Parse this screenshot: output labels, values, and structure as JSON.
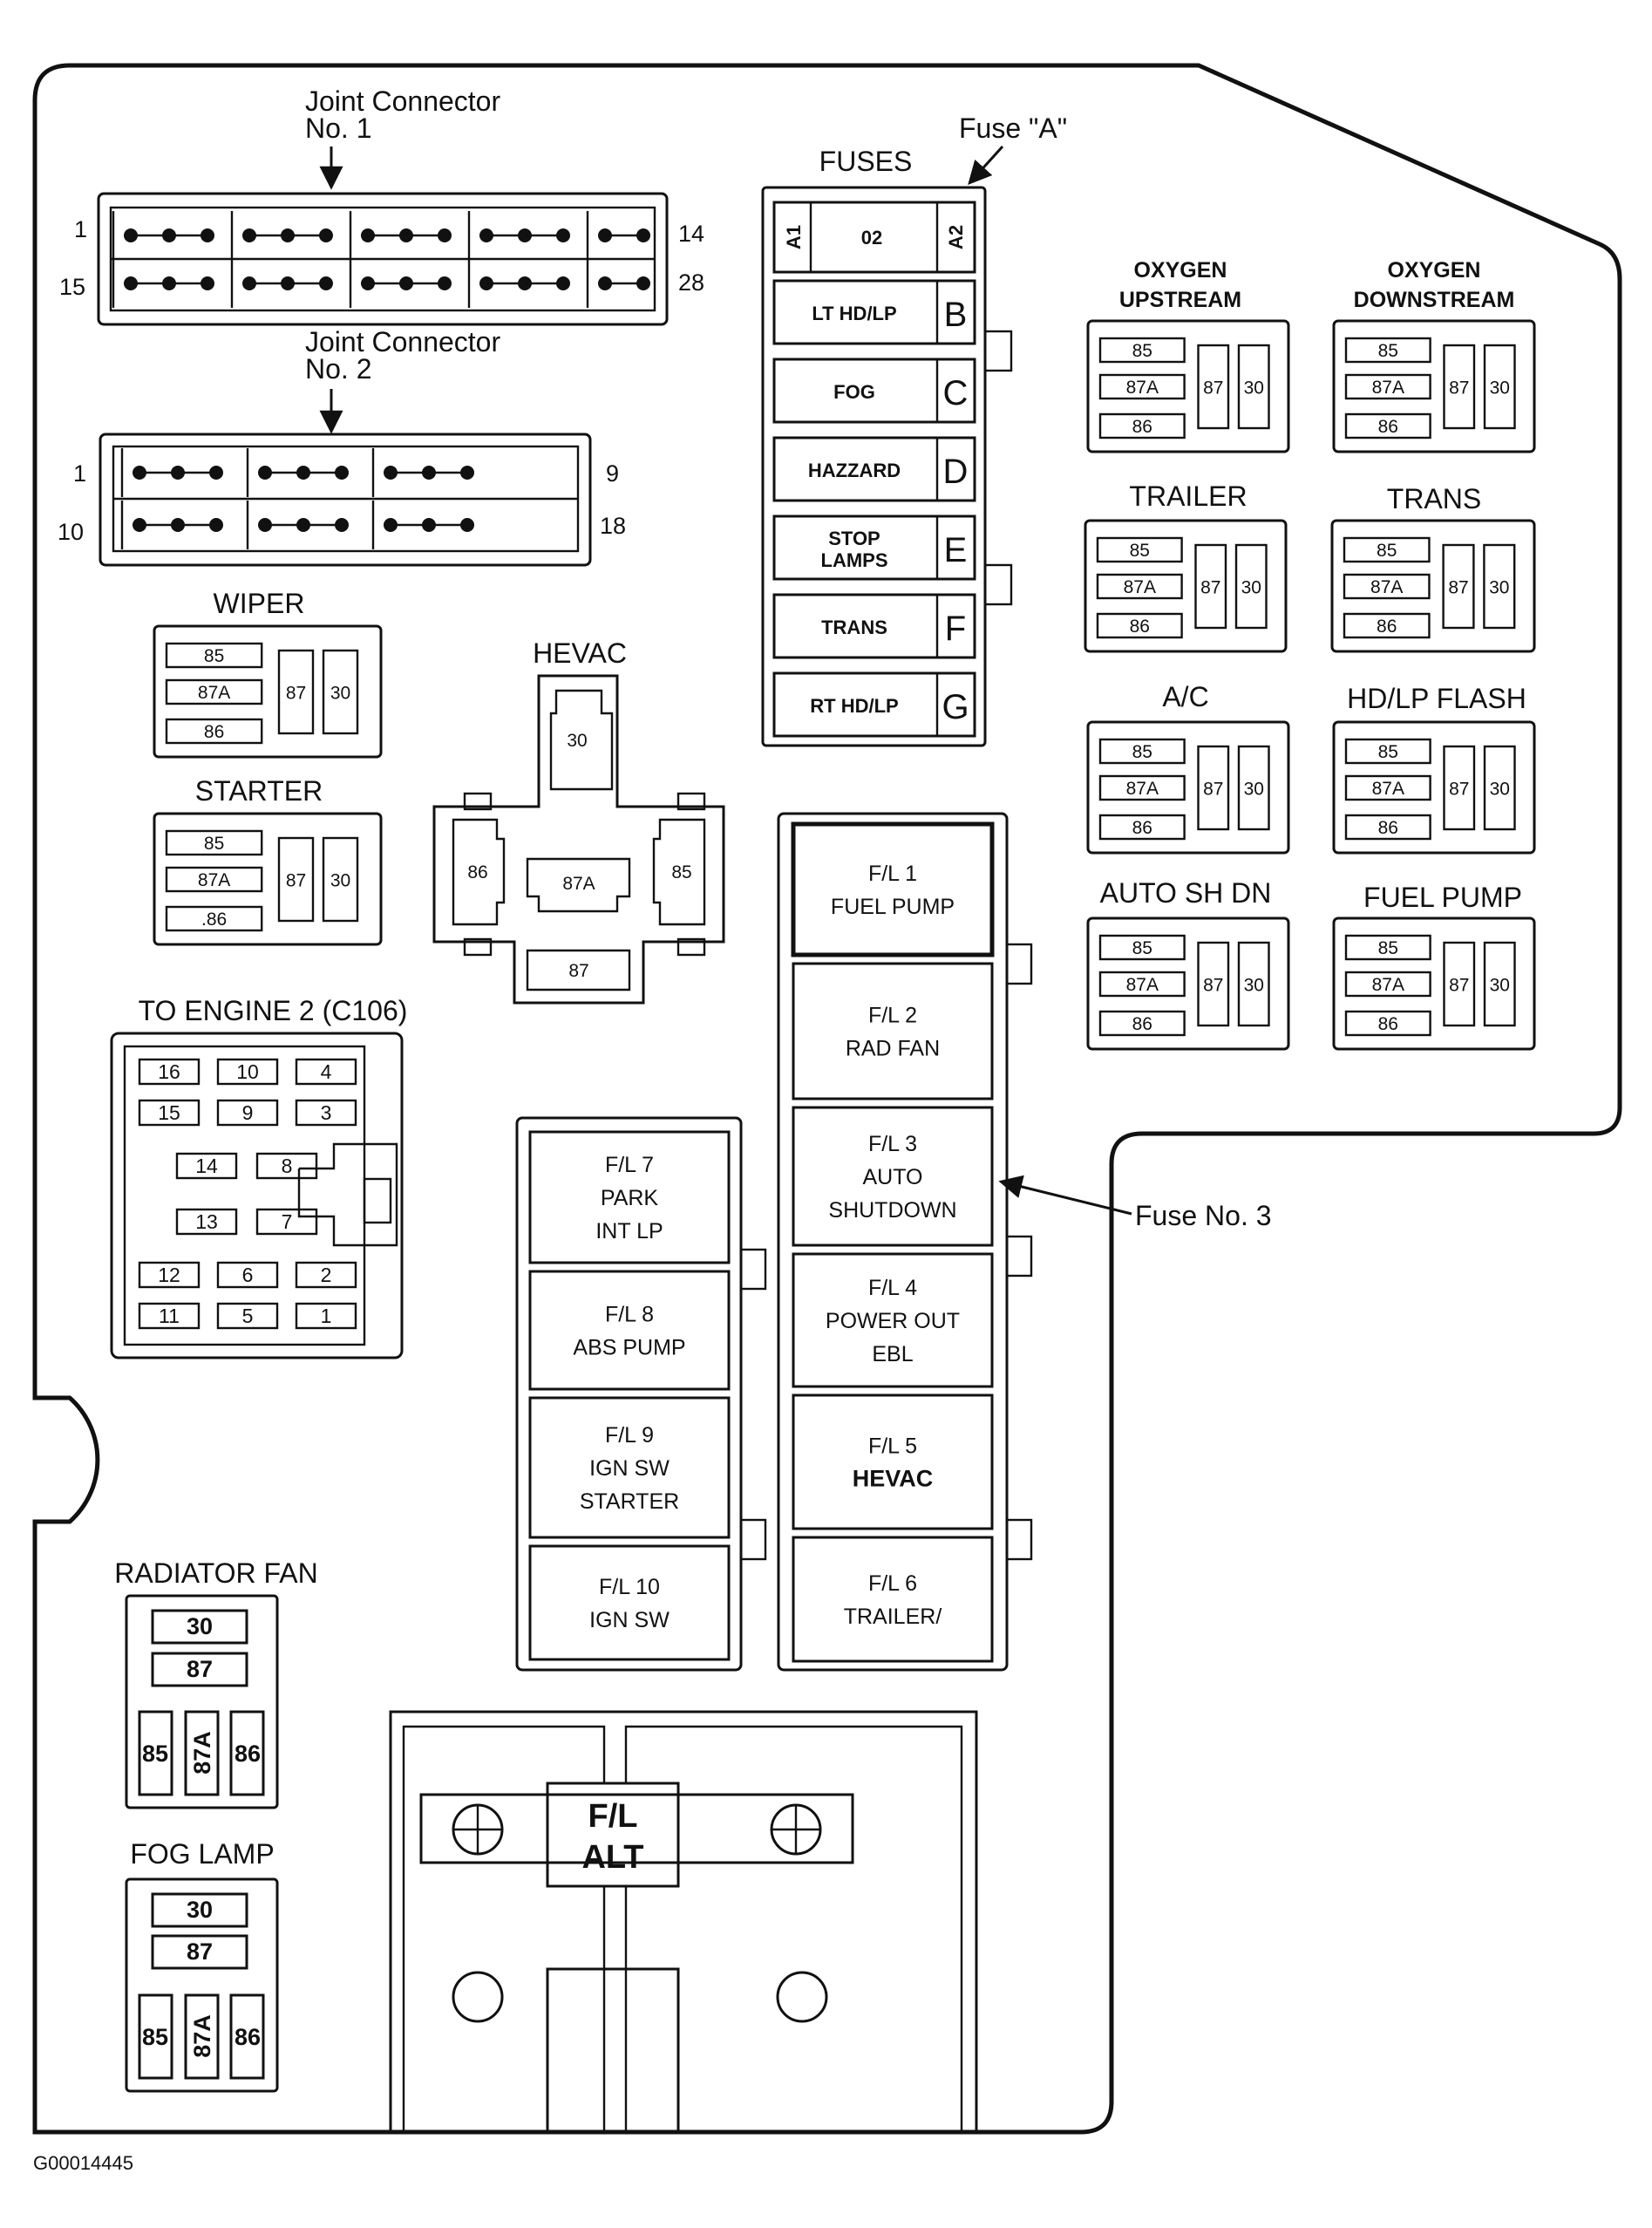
{
  "figure_id": "G00014445",
  "joint_connectors": [
    {
      "label_line1": "Joint Connector",
      "label_line2": "No. 1",
      "pin_top_left": "1",
      "pin_top_right": "14",
      "pin_bottom_left": "15",
      "pin_bottom_right": "28"
    },
    {
      "label_line1": "Joint Connector",
      "label_line2": "No. 2",
      "pin_top_left": "1",
      "pin_top_right": "9",
      "pin_bottom_left": "10",
      "pin_bottom_right": "18"
    }
  ],
  "fuses": {
    "title": "FUSES",
    "callout": "Fuse \"A\"",
    "top": {
      "left": "A1",
      "center": "02",
      "right": "A2"
    },
    "items": [
      {
        "name": "LT HD/LP",
        "letter": "B"
      },
      {
        "name": "FOG",
        "letter": "C"
      },
      {
        "name": "HAZZARD",
        "letter": "D"
      },
      {
        "name": "STOP LAMPS",
        "name1": "STOP",
        "name2": "LAMPS",
        "letter": "E"
      },
      {
        "name": "TRANS",
        "letter": "F"
      },
      {
        "name": "RT HD/LP",
        "letter": "G"
      }
    ]
  },
  "relay_pins": {
    "p85": "85",
    "p87a": "87A",
    "p86": "86",
    "p87": "87",
    "p30": "30"
  },
  "starter_pin86": ".86",
  "relays": [
    {
      "title": "WIPER"
    },
    {
      "title": "STARTER"
    },
    {
      "title1": "OXYGEN",
      "title2": "UPSTREAM"
    },
    {
      "title1": "OXYGEN",
      "title2": "DOWNSTREAM"
    },
    {
      "title": "TRAILER"
    },
    {
      "title": "TRANS"
    },
    {
      "title": "A/C"
    },
    {
      "title": "HD/LP FLASH"
    },
    {
      "title": "AUTO SH DN"
    },
    {
      "title": "FUEL PUMP"
    }
  ],
  "hevac": {
    "title": "HEVAC",
    "p30": "30",
    "p86": "86",
    "p87a": "87A",
    "p85": "85",
    "p87": "87"
  },
  "engine_connector": {
    "title": "TO ENGINE 2 (C106)",
    "pins": [
      "16",
      "10",
      "4",
      "15",
      "9",
      "3",
      "14",
      "8",
      "13",
      "7",
      "12",
      "6",
      "2",
      "11",
      "5",
      "1"
    ]
  },
  "fusible_links_right": [
    {
      "line1": "F/L 1",
      "line2": "FUEL PUMP",
      "line3": ""
    },
    {
      "line1": "F/L 2",
      "line2": "RAD FAN",
      "line3": ""
    },
    {
      "line1": "F/L 3",
      "line2": "AUTO",
      "line3": "SHUTDOWN"
    },
    {
      "line1": "F/L 4",
      "line2": "POWER  OUT",
      "line3": "EBL"
    },
    {
      "line1": "F/L 5",
      "line2": "HEVAC",
      "line3": ""
    },
    {
      "line1": "F/L 6",
      "line2": "TRAILER/",
      "line3": ""
    }
  ],
  "fusible_links_left": [
    {
      "line1": "F/L 7",
      "line2": "PARK",
      "line3": "INT LP"
    },
    {
      "line1": "F/L 8",
      "line2": "ABS PUMP",
      "line3": ""
    },
    {
      "line1": "F/L 9",
      "line2": "IGN SW",
      "line3": "STARTER"
    },
    {
      "line1": "F/L 10",
      "line2": "IGN SW",
      "line3": ""
    }
  ],
  "fuse_no3_callout": "Fuse No. 3",
  "radiator_fan": {
    "title": "RADIATOR FAN",
    "p30": "30",
    "p87": "87",
    "p85": "85",
    "p87a": "87A",
    "p86": "86"
  },
  "fog_lamp": {
    "title": "FOG LAMP",
    "p30": "30",
    "p87": "87",
    "p85": "85",
    "p87a": "87A",
    "p86": "86"
  },
  "alt_link": {
    "line1": "F/L",
    "line2": "ALT"
  }
}
